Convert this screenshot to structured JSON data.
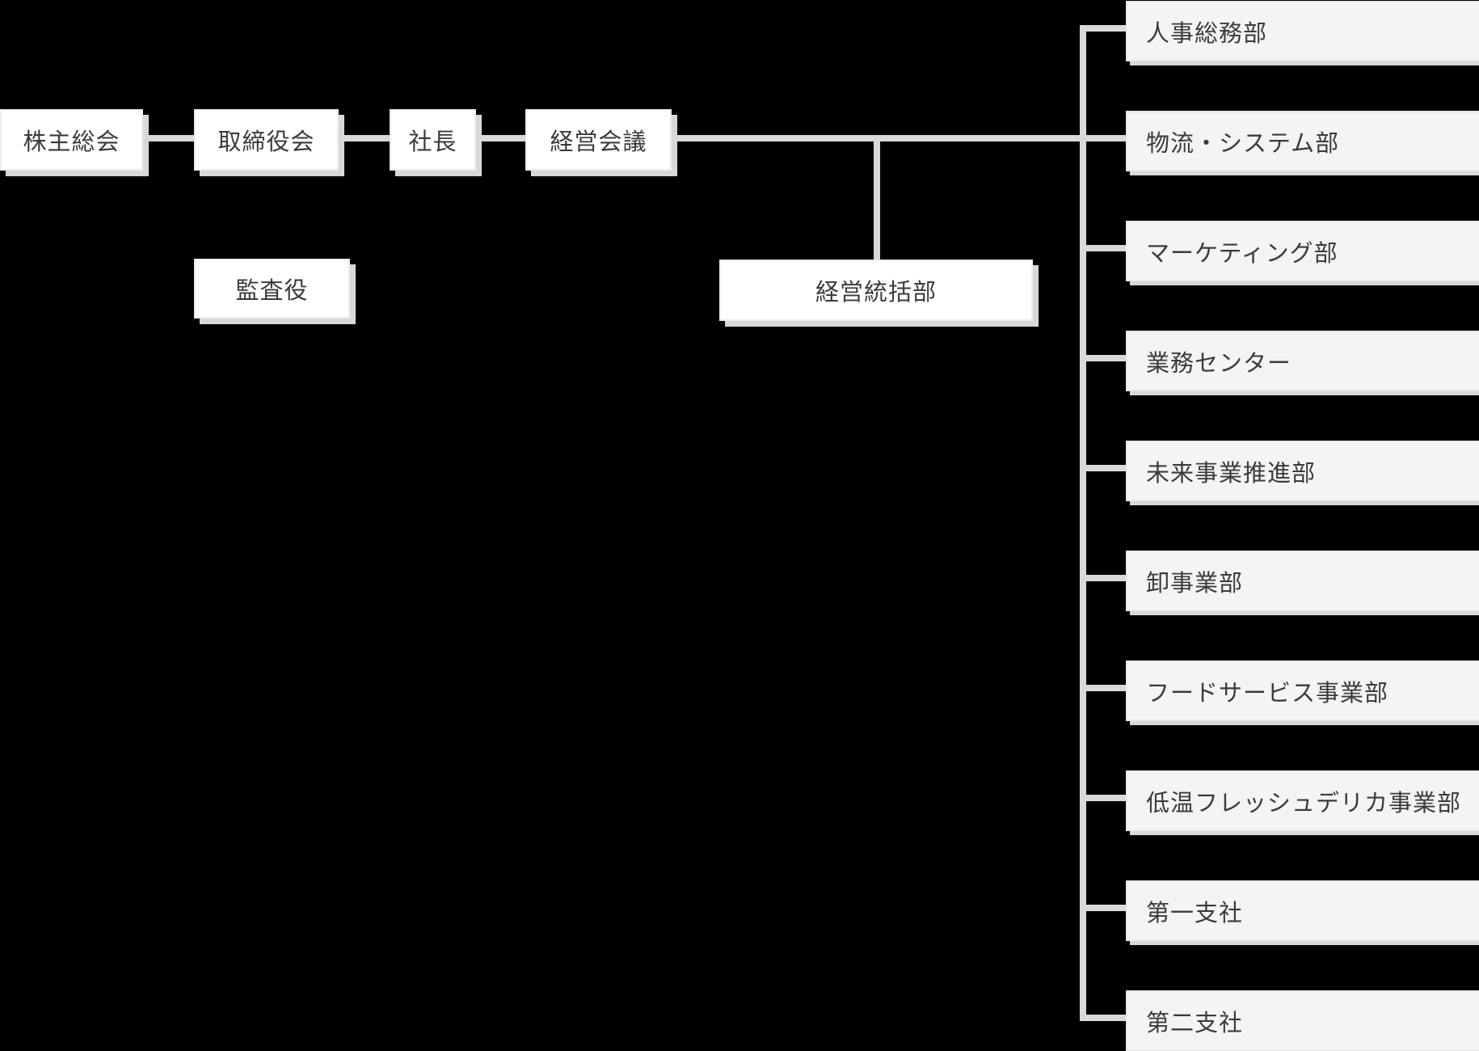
{
  "org_chart": {
    "top_row": [
      {
        "id": "shareholders-meeting",
        "label": "株主総会"
      },
      {
        "id": "board-of-directors",
        "label": "取締役会"
      },
      {
        "id": "president",
        "label": "社長"
      },
      {
        "id": "management-meeting",
        "label": "経営会議"
      }
    ],
    "auditor": {
      "label": "監査役"
    },
    "management_division": {
      "label": "経営統括部"
    },
    "departments": [
      {
        "label": "人事総務部"
      },
      {
        "label": "物流・システム部"
      },
      {
        "label": "マーケティング部"
      },
      {
        "label": "業務センター"
      },
      {
        "label": "未来事業推進部"
      },
      {
        "label": "卸事業部"
      },
      {
        "label": "フードサービス事業部"
      },
      {
        "label": "低温フレッシュデリカ事業部"
      },
      {
        "label": "第一支社"
      },
      {
        "label": "第二支社"
      }
    ],
    "colors": {
      "background": "#000000",
      "connector_line": "#d9d9d9",
      "box_fill": "#ffffff",
      "department_fill": "#f4f4f4",
      "text": "#3b3b3b"
    }
  }
}
